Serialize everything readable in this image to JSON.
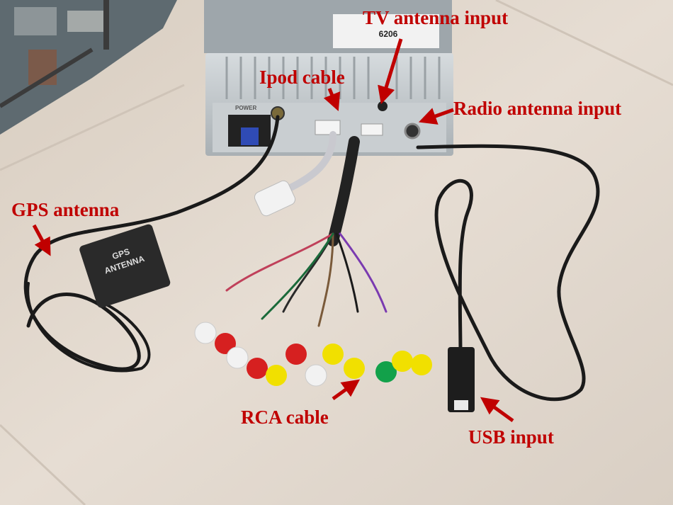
{
  "labels": {
    "tv_antenna": "TV antenna input",
    "ipod_cable": "Ipod cable",
    "radio_antenna": "Radio antenna input",
    "gps_antenna": "GPS antenna",
    "rca_cable": "RCA cable",
    "usb_input": "USB input"
  },
  "device": {
    "model_code": "6206",
    "power_port_label": "POWER",
    "gps_puck_line1": "GPS",
    "gps_puck_line2": "ANTENNA"
  },
  "colors": {
    "annotation": "#c00000",
    "floor": "#e2d9cf",
    "unit_metal": "#bdc3c6",
    "cable": "#1a1a1a"
  }
}
